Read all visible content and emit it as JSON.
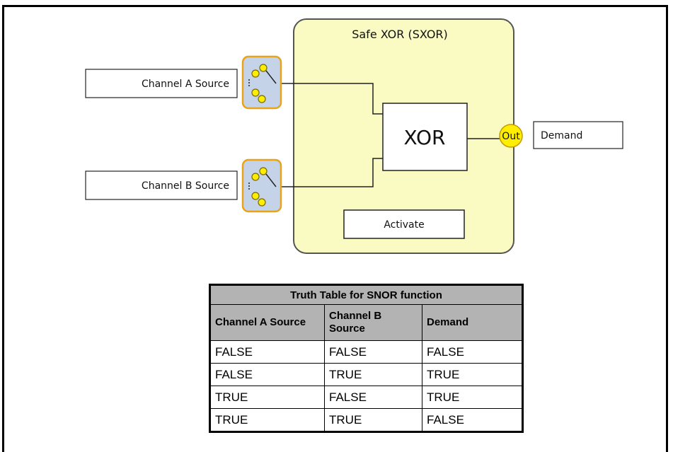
{
  "diagram": {
    "block_title": "Safe XOR (SXOR)",
    "xor_label": "XOR",
    "activate_label": "Activate",
    "out_label": "Out",
    "channel_a_label": "Channel A Source",
    "channel_b_label": "Channel B Source",
    "demand_label": "Demand",
    "colors": {
      "block_fill": "#f9fbc3",
      "block_border": "#555555",
      "connector_fill": "#c5d3e8",
      "connector_border": "#e8a317",
      "node_fill": "#ffee00"
    }
  },
  "truth_table": {
    "title": "Truth Table for SNOR function",
    "headers": [
      "Channel A Source",
      "Channel B Source",
      "Demand"
    ],
    "rows": [
      [
        "FALSE",
        "FALSE",
        "FALSE"
      ],
      [
        "FALSE",
        "TRUE",
        "TRUE"
      ],
      [
        "TRUE",
        "FALSE",
        "TRUE"
      ],
      [
        "TRUE",
        "TRUE",
        "FALSE"
      ]
    ]
  }
}
